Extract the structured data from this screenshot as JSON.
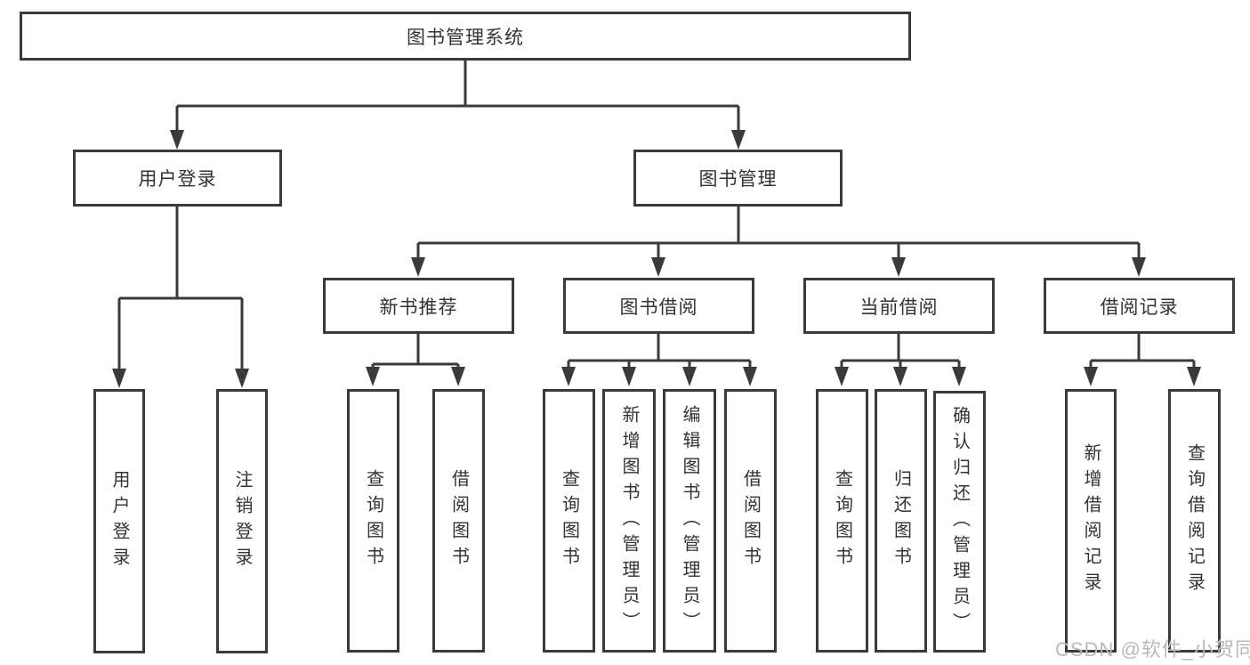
{
  "diagram": {
    "root": "图书管理系统",
    "level2": [
      "用户登录",
      "图书管理"
    ],
    "level3": [
      "新书推荐",
      "图书借阅",
      "当前借阅",
      "借阅记录"
    ],
    "groups": [
      [
        "用户登录",
        "注销登录"
      ],
      [
        "查询图书",
        "借阅图书"
      ],
      [
        "查询图书",
        "新增图书（管理员）",
        "编辑图书（管理员）",
        "借阅图书"
      ],
      [
        "查询图书",
        "归还图书",
        "确认归还（管理员）"
      ],
      [
        "新增借阅记录",
        "查询借阅记录"
      ]
    ]
  },
  "watermark": "CSDN @软件_小贺同学",
  "colors": {
    "line": "#3a3a3a",
    "text": "#333333",
    "watermark": "#b9b9b9",
    "background": "#ffffff"
  }
}
